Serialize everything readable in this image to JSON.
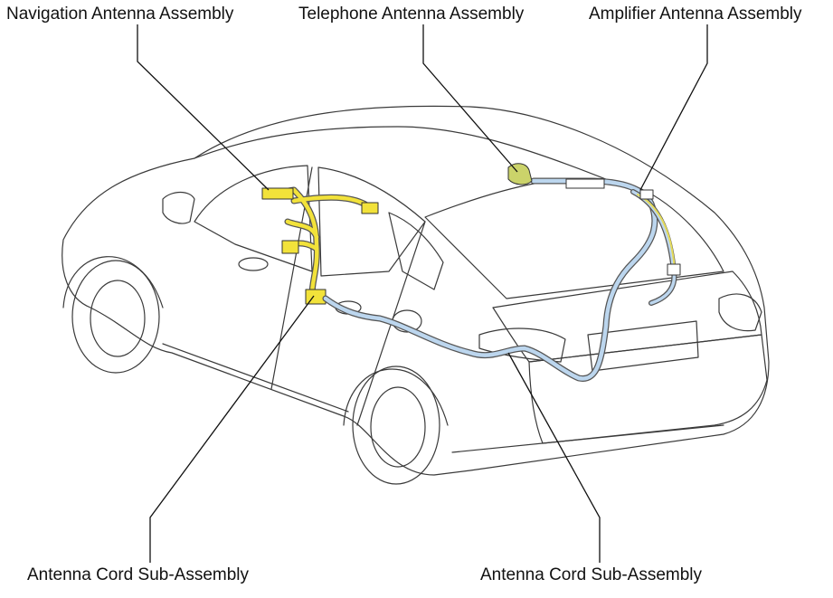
{
  "labels": {
    "navigation_antenna": "Navigation Antenna Assembly",
    "telephone_antenna": "Telephone Antenna Assembly",
    "amplifier_antenna": "Amplifier Antenna Assembly",
    "antenna_cord_left": "Antenna Cord Sub-Assembly",
    "antenna_cord_right": "Antenna Cord Sub-Assembly"
  },
  "colors": {
    "outline": "#3a3a3a",
    "leader": "#111111",
    "yellow_harness": "#f2e23a",
    "blue_harness": "#bcd6ee",
    "antenna_fill": "#cbd36a"
  }
}
